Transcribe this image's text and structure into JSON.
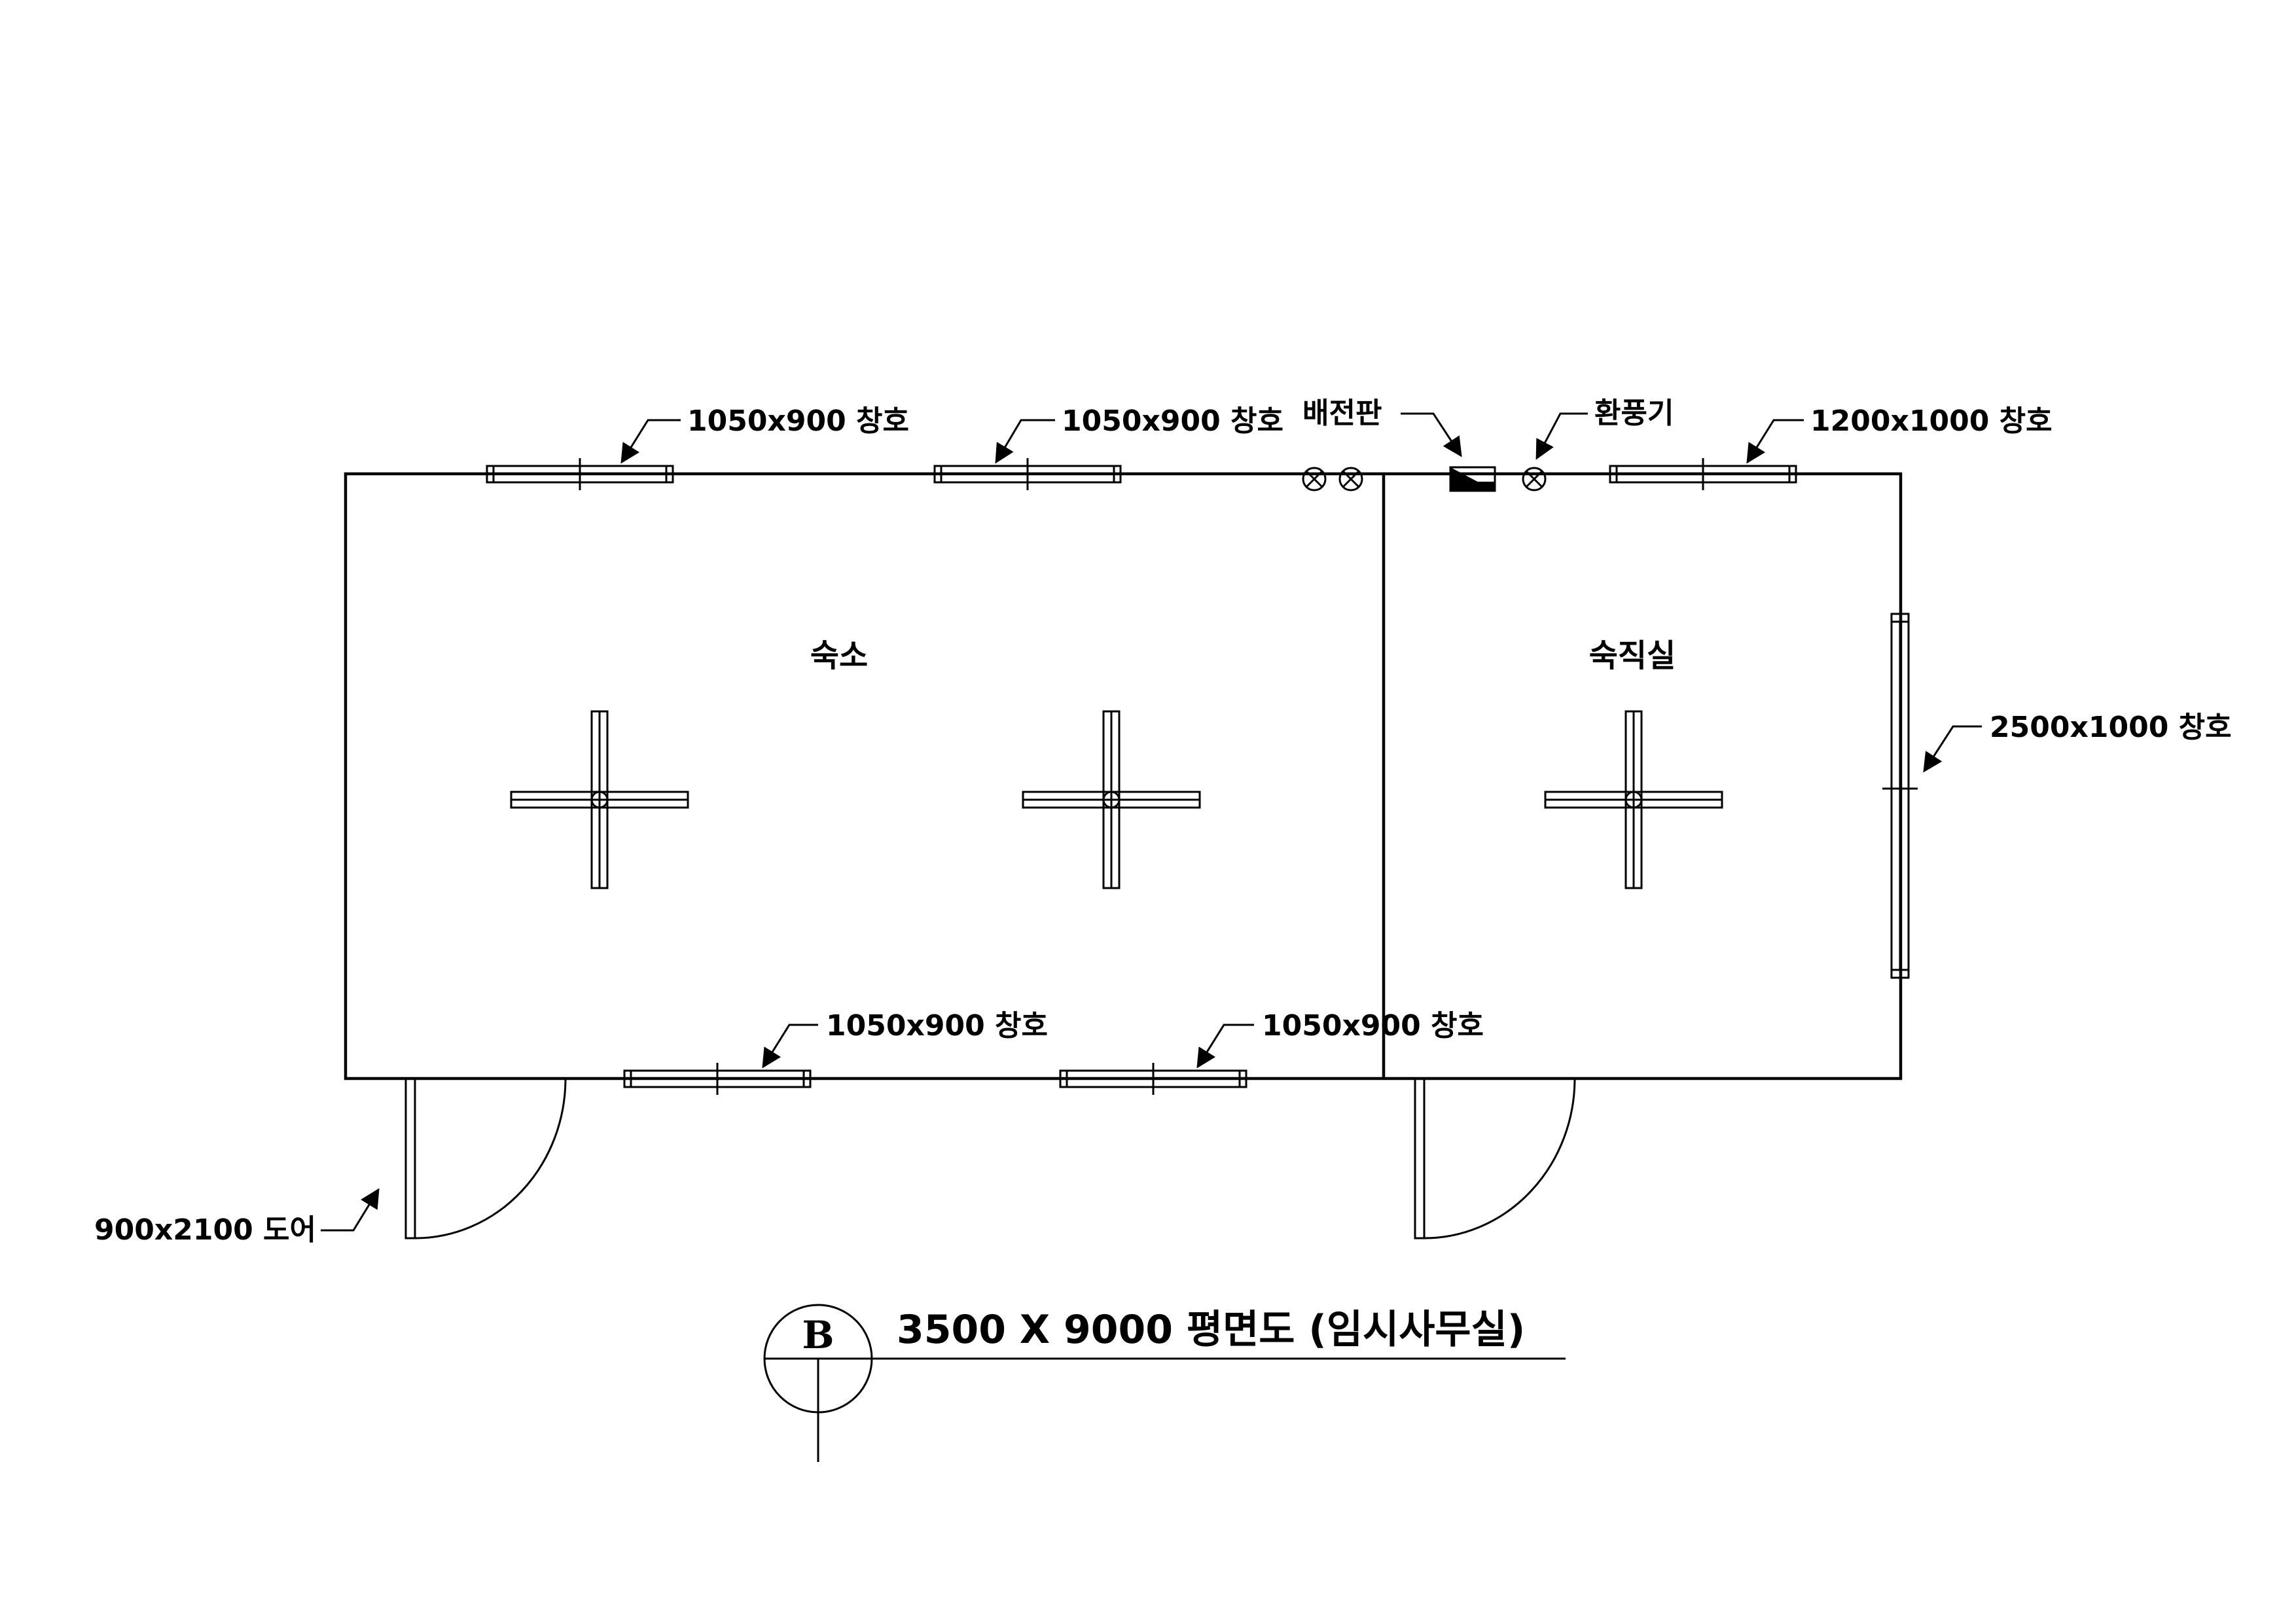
{
  "rooms": {
    "dorm": "숙소",
    "duty_room": "숙직실"
  },
  "labels": {
    "window_top_1": "1050x900 창호",
    "window_top_2": "1050x900 창호",
    "panel": "배전판",
    "ventilator": "환풍기",
    "window_top_3": "1200x1000 창호",
    "window_right": "2500x1000 창호",
    "window_bottom_1": "1050x900 창호",
    "window_bottom_2": "1050x900 창호",
    "door": "900x2100 도어"
  },
  "title": {
    "marker_letter": "B",
    "text": "3500 X 9000 평면도 (임시사무실)"
  }
}
